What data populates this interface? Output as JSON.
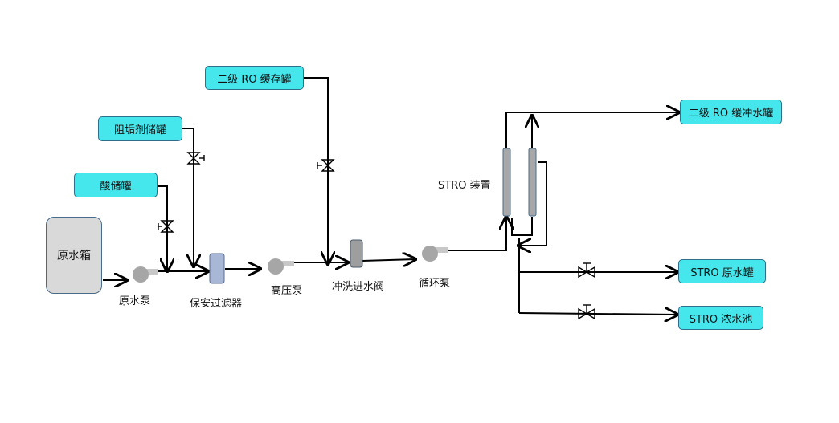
{
  "tanks": {
    "raw_water_tank": "原水箱"
  },
  "boxes": {
    "secondary_ro_buffer_tank": "二级 RO 缓存罐",
    "antiscalant_tank": "阻垢剂储罐",
    "acid_tank": "酸储罐",
    "secondary_ro_buffer_water_tank": "二级 RO 缓冲水罐",
    "stro_raw_water_tank": "STRO 原水罐",
    "stro_concentrate_pool": "STRO 浓水池"
  },
  "labels": {
    "raw_water_pump": "原水泵",
    "security_filter": "保安过滤器",
    "high_pressure_pump": "高压泵",
    "flush_inlet_valve": "冲洗进水阀",
    "circulation_pump": "循环泵",
    "stro_device": "STRO 装置"
  },
  "colors": {
    "box_fill": "#45e6ec",
    "tank_fill": "#d9d9d9",
    "pipe": "#000000",
    "filter_fill": "#a9b7d6",
    "pump_fill": "#a6a6a6",
    "membrane_fill": "#a8a8a8"
  },
  "icons": [
    "pump-icon",
    "filter-icon",
    "valve-icon",
    "membrane-icon",
    "arrow-icon"
  ]
}
